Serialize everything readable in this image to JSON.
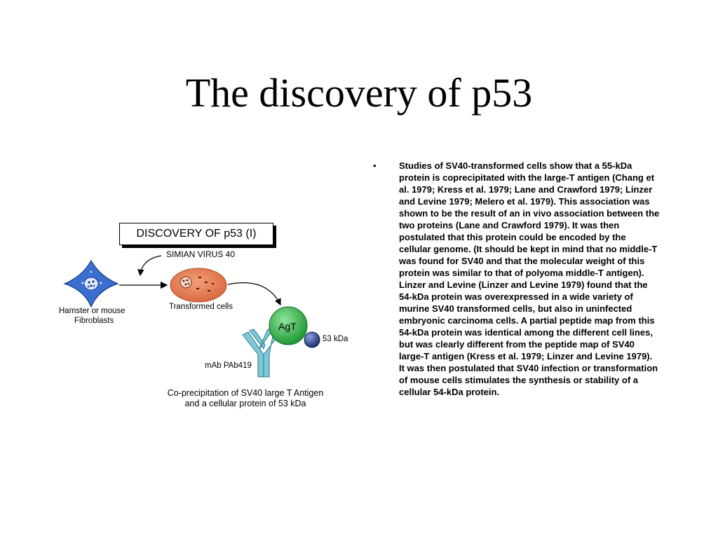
{
  "slide": {
    "title": "The discovery of p53",
    "bullet_marker": "•",
    "body": "Studies of SV40-transformed cells show that a 55-kDa protein is coprecipitated with the large-T antigen (Chang et al. 1979; Kress et al. 1979; Lane and Crawford 1979; Linzer and Levine 1979; Melero et al. 1979). This association was shown to be the result of an in vivo association between the two proteins (Lane and Crawford 1979). It was then postulated that this protein could be encoded by the cellular genome. (It should be kept in mind that no middle-T was found for SV40 and that the molecular weight of this protein was similar to that of polyoma middle-T antigen). Linzer and Levine (Linzer and Levine 1979) found that the 54-kDa protein was overexpressed in a wide variety of murine SV40 transformed cells, but also in uninfected embryonic carcinoma cells. A partial peptide map from this 54-kDa protein was identical among the different cell lines, but was clearly different from the peptide map of SV40 large-T antigen (Kress et al. 1979; Linzer and Levine 1979). It was then postulated that SV40 infection or transformation of mouse cells stimulates the synthesis or stability of a cellular 54-kDa protein."
  },
  "figure": {
    "box_title": "DISCOVERY OF p53 (I)",
    "virus_label": "SIMIAN VIRUS 40",
    "fibroblast_label_line1": "Hamster or mouse",
    "fibroblast_label_line2": "Fibroblasts",
    "transformed_label": "Transformed cells",
    "agt_label": "AgT",
    "protein_label": "53 kDa",
    "antibody_label": "mAb PAb419",
    "caption_line1": "Co-precipitation of SV40 large T Antigen",
    "caption_line2": "and a cellular protein of 53 kDa",
    "colors": {
      "fibroblast": "#3a6fd0",
      "transformed_cell": "#e07a4f",
      "agt": "#22a83a",
      "protein": "#2b3f8a",
      "antibody": "#7ec8d8"
    }
  }
}
